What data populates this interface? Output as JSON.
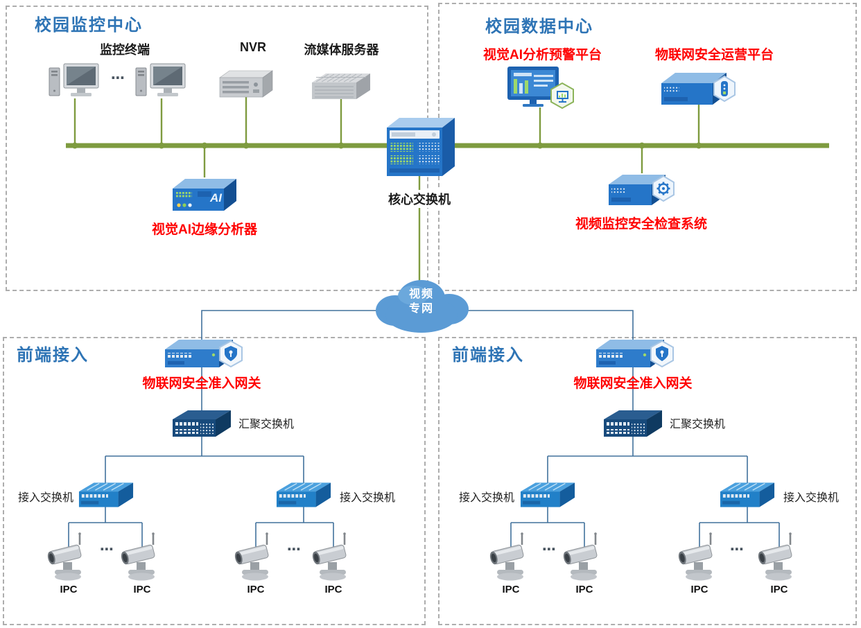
{
  "colors": {
    "region_title_blue": "#2E74B5",
    "red_label": "#FF0000",
    "bus_green": "#7E9B3F",
    "tree_line_blue": "#41719C",
    "device_blue": "#2575C8",
    "device_dark_blue": "#134F92"
  },
  "regions": {
    "monitoring_center": {
      "title": "校园监控中心"
    },
    "data_center": {
      "title": "校园数据中心"
    },
    "front_access_left": {
      "title": "前端接入"
    },
    "front_access_right": {
      "title": "前端接入"
    }
  },
  "nodes": {
    "monitor_terminal": {
      "label": "监控终端",
      "ellipsis": "⋯"
    },
    "nvr": {
      "label": "NVR"
    },
    "media_server": {
      "label": "流媒体服务器"
    },
    "core_switch": {
      "label": "核心交换机"
    },
    "ai_edge_analyzer": {
      "label": "视觉AI边缘分析器",
      "badge": "AI"
    },
    "ai_platform": {
      "label": "视觉AI分析预警平台"
    },
    "iot_platform": {
      "label": "物联网安全运营平台"
    },
    "video_security_check": {
      "label": "视频监控安全检查系统"
    },
    "cloud": {
      "label_line1": "视频",
      "label_line2": "专网"
    },
    "iot_gateway": {
      "label": "物联网安全准入网关"
    },
    "aggregation_switch": {
      "label": "汇聚交换机"
    },
    "access_switch": {
      "label": "接入交换机"
    },
    "ipc": {
      "label": "IPC",
      "ellipsis": "⋯"
    }
  }
}
